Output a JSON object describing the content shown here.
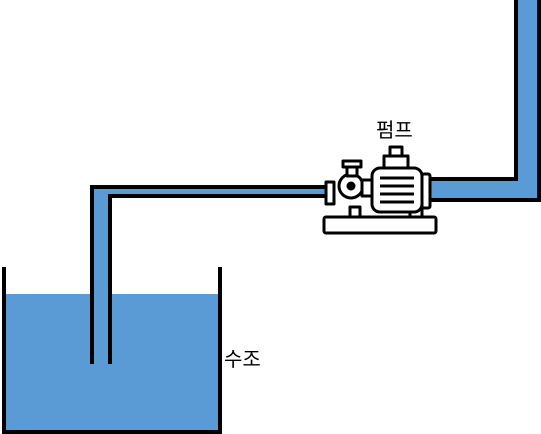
{
  "labels": {
    "pump": "펌프",
    "tank": "수조"
  },
  "colors": {
    "water": "#5b9bd5",
    "line": "#000000",
    "background": "#ffffff"
  },
  "components": {
    "tank_icon": "water-tank",
    "pump_icon": "centrifugal-pump-motor",
    "pipe_icon": "water-pipe"
  }
}
